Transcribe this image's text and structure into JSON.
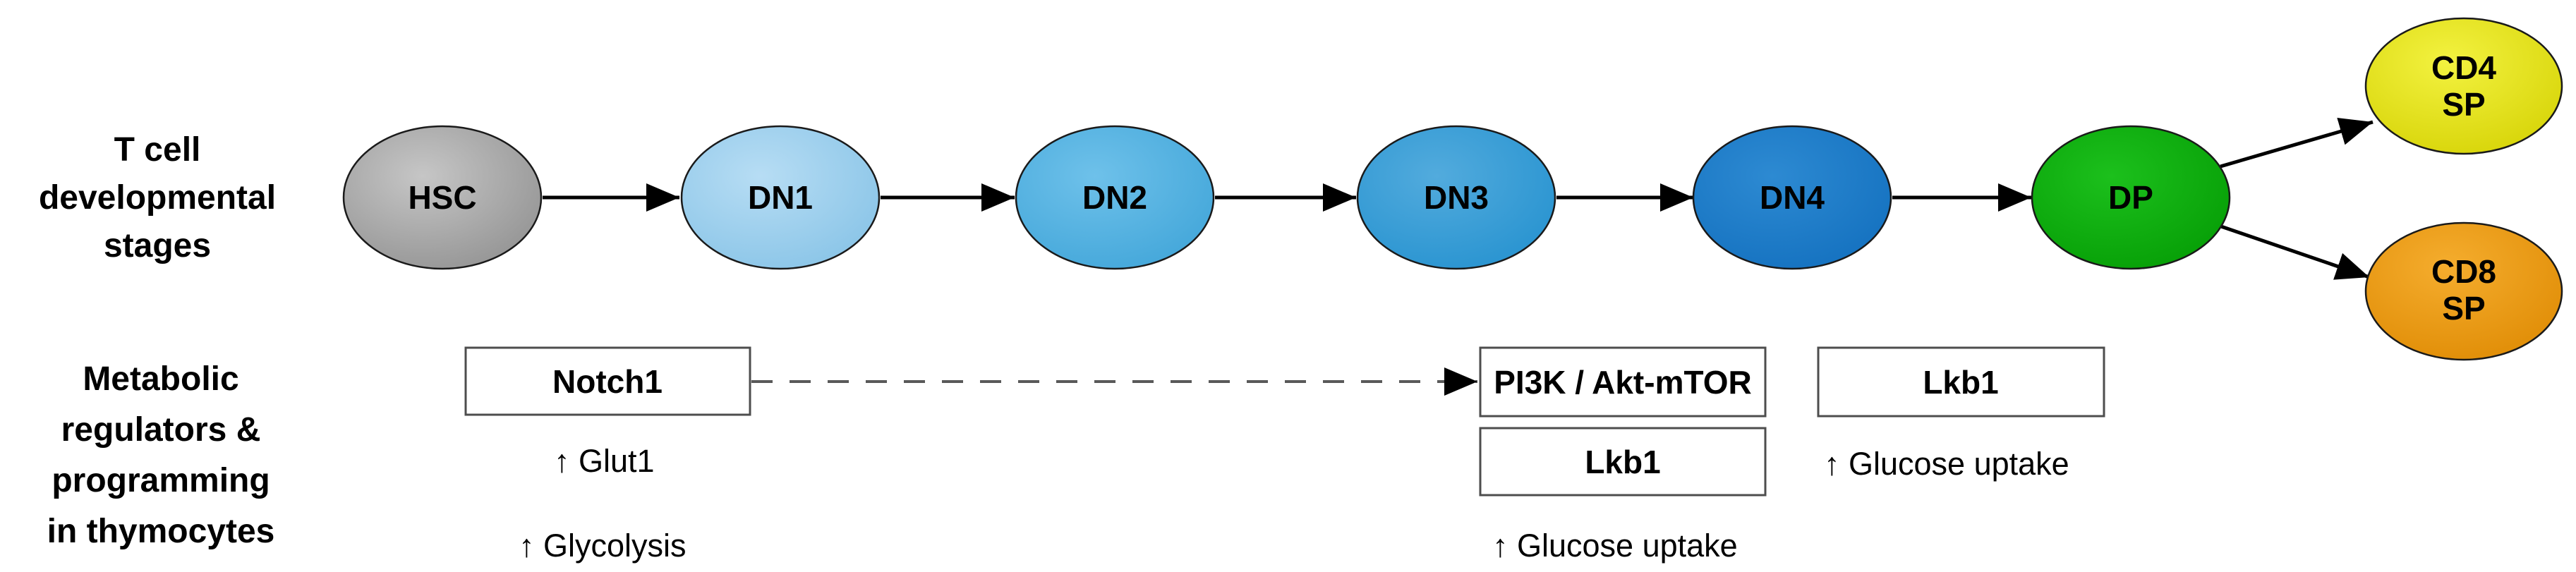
{
  "side_labels": {
    "stages_row": {
      "lines": [
        "T cell",
        "developmental",
        "stages"
      ]
    },
    "metabolic_row": {
      "lines": [
        "Metabolic",
        "regulators &",
        "programming",
        "in thymocytes"
      ]
    }
  },
  "stages": [
    {
      "label": "HSC",
      "fill": "#8f8f8f",
      "fill_light": "#c6c6c6"
    },
    {
      "label": "DN1",
      "fill": "#85c2e6",
      "fill_light": "#b7ddf4"
    },
    {
      "label": "DN2",
      "fill": "#3fa4d8",
      "fill_light": "#6ec1ea"
    },
    {
      "label": "DN3",
      "fill": "#2491cf",
      "fill_light": "#52abdd"
    },
    {
      "label": "DN4",
      "fill": "#126fbe",
      "fill_light": "#2d8ad2"
    },
    {
      "label": "DP",
      "fill": "#049b04",
      "fill_light": "#1cc01c"
    },
    {
      "label_lines": [
        "CD4",
        "SP"
      ],
      "fill": "#d3d000",
      "fill_light": "#f3f240"
    },
    {
      "label_lines": [
        "CD8",
        "SP"
      ],
      "fill": "#dd8800",
      "fill_light": "#f5ad2e"
    }
  ],
  "regulator_boxes": [
    {
      "label": "Notch1"
    },
    {
      "label": "PI3K / Akt-mTOR"
    },
    {
      "label": "Lkb1"
    },
    {
      "label": "Lkb1"
    }
  ],
  "annotations": [
    {
      "text": "↑ Glut1"
    },
    {
      "text": "↑ Glycolysis"
    },
    {
      "text": "↑ Glucose uptake"
    },
    {
      "text": "↑ Glucose uptake"
    }
  ],
  "colors": {
    "arrow": "#000000",
    "dashed_connector": "#595959",
    "box_border": "#4d4d4d",
    "ellipse_border": "#1a1a1a",
    "text": "#000000",
    "background": "#ffffff"
  }
}
